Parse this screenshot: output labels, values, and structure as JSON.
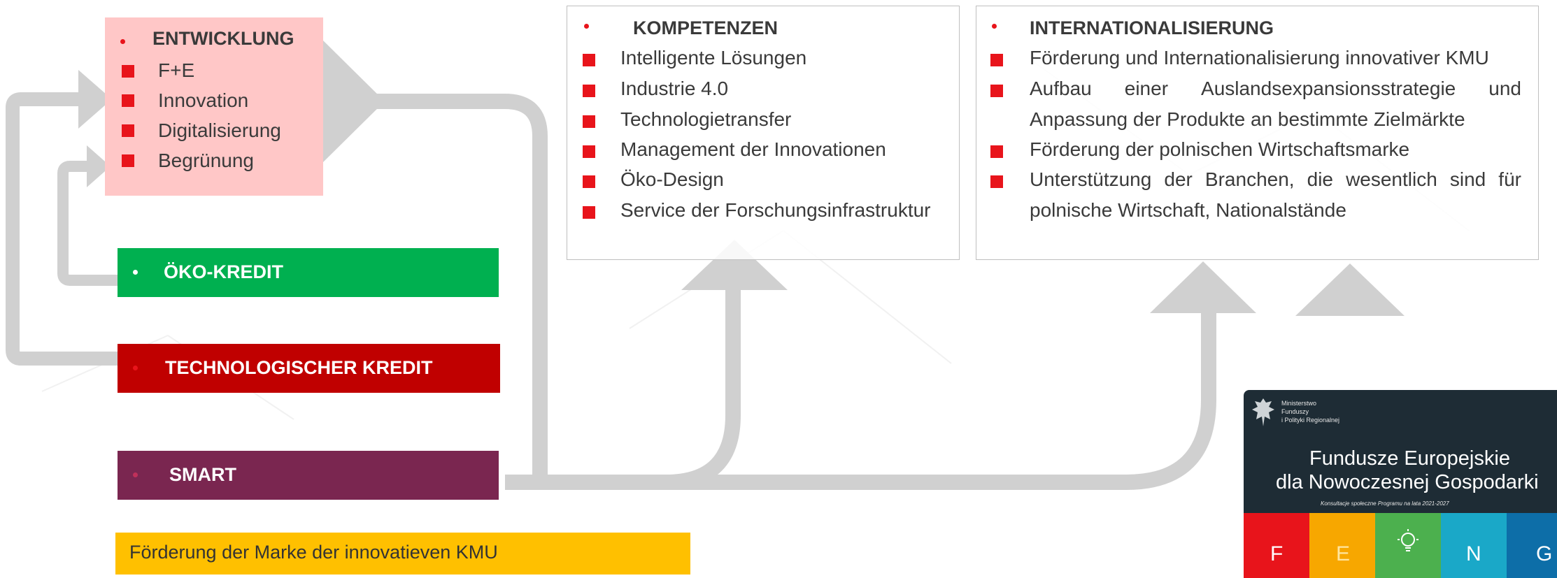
{
  "entwicklung": {
    "title": "ENTWICKLUNG",
    "items": [
      "F+E",
      "Innovation",
      "Digitalisierung",
      "Begrünung"
    ]
  },
  "kompetenzen": {
    "title": "KOMPETENZEN",
    "items": [
      "Intelligente Lösungen",
      "Industrie 4.0",
      "Technologietransfer",
      "Management der Innovationen",
      "Öko-Design",
      "Service der Forschungsinfrastruktur"
    ]
  },
  "internationalisierung": {
    "title": "INTERNATIONALISIERUNG",
    "item1": "Förderung und Internationalisierung innovativer KMU",
    "item2_words": [
      "Aufbau",
      "einer",
      "Auslandsexpansionsstrategie",
      "und"
    ],
    "item2_cont": "Anpassung der Produkte an bestimmte Zielmärkte",
    "item3": "Förderung der polnischen Wirtschaftsmarke",
    "item4_words": [
      "Unterstützung",
      "der",
      "Branchen,",
      "die",
      "wesentlich",
      "sind",
      "für"
    ],
    "item4_cont": "polnische Wirtschaft, Nationalstände"
  },
  "credits": {
    "oeko": "ÖKO-KREDIT",
    "tech": "TECHNOLOGISCHER KREDIT",
    "smart": "SMART"
  },
  "marke": "Förderung der Marke der innovatieven KMU",
  "fe_logo": {
    "ministry": [
      "Ministerstwo",
      "Funduszy",
      "i Polityki Regionalnej"
    ],
    "title_line1": "Fundusze Europejskie",
    "title_line2": "dla Nowoczesnej Gospodarki",
    "subtitle": "Konsultacje społeczne Programu na lata 2021-2027",
    "letters": [
      "F",
      "E",
      "N",
      "G"
    ]
  },
  "colors": {
    "entwicklung_bg": "#ffc7c7",
    "oeko": "#00b050",
    "tech": "#c00000",
    "smart": "#7a2650",
    "marke": "#ffc000",
    "arrow": "#d0d0d0",
    "bullet": "#e8141b"
  }
}
